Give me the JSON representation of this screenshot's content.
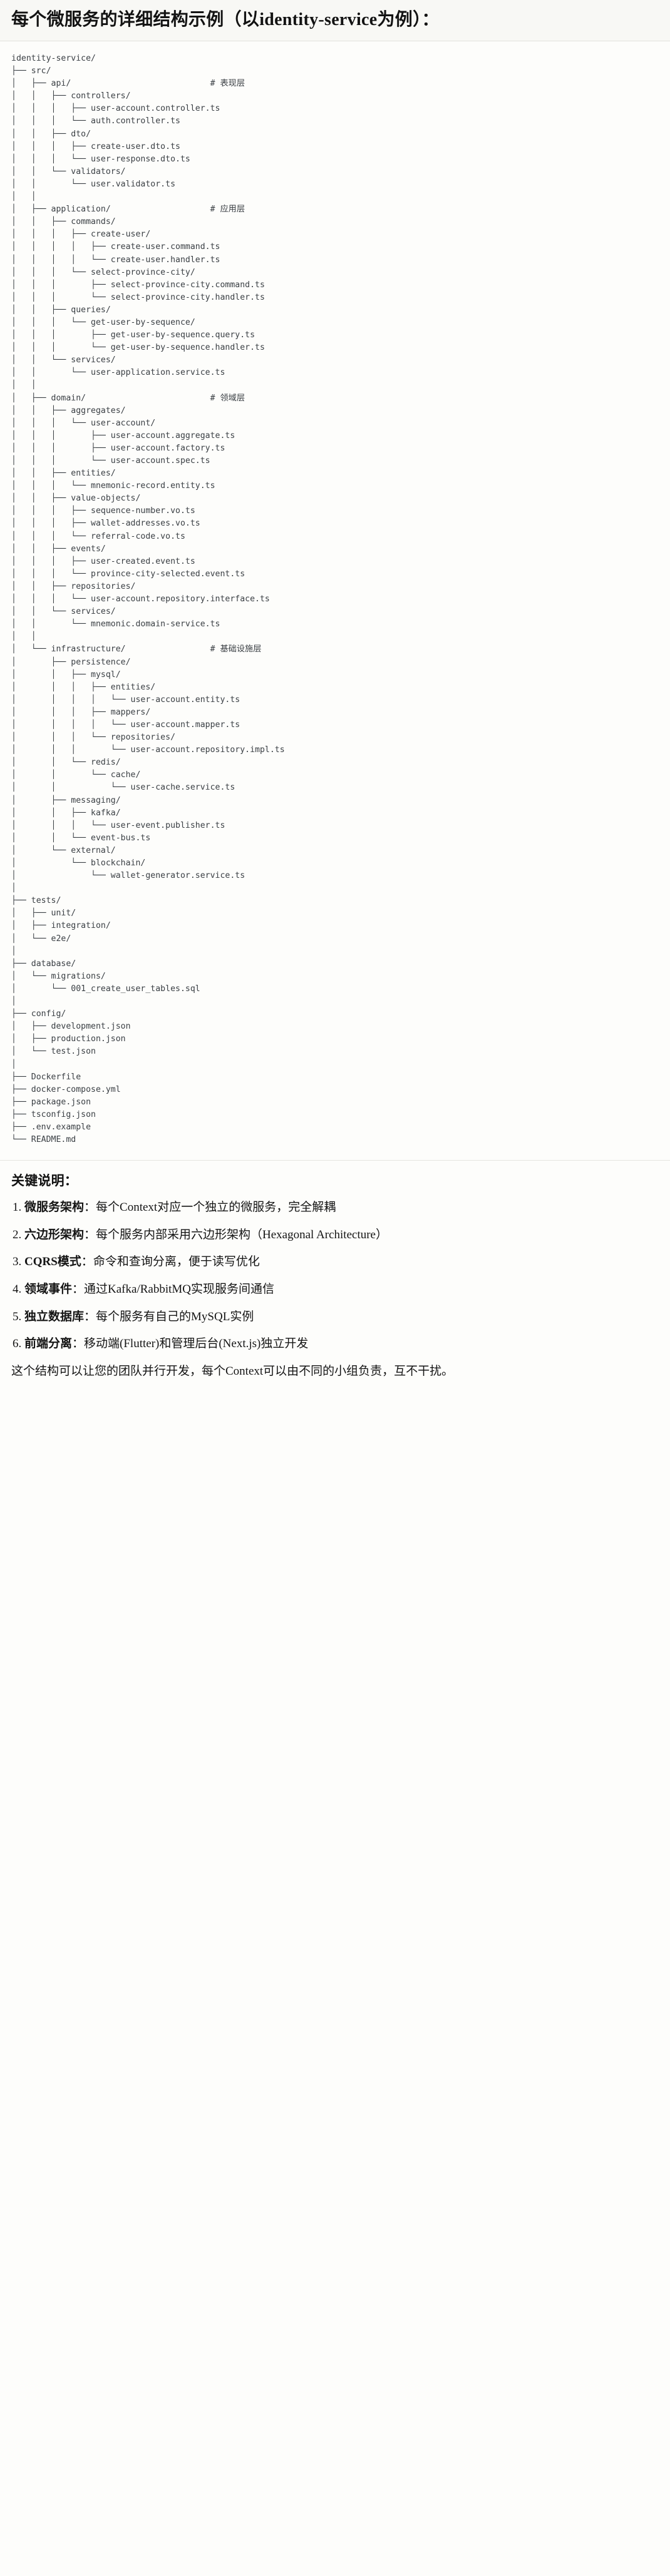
{
  "header": {
    "title": "每个微服务的详细结构示例（以identity-service为例）："
  },
  "tree": {
    "root": "identity-service/",
    "lines": [
      {
        "prefix": "",
        "name": "identity-service/",
        "comment": ""
      },
      {
        "prefix": "├── ",
        "name": "src/",
        "comment": ""
      },
      {
        "prefix": "│   ├── ",
        "name": "api/",
        "comment": "# 表现层"
      },
      {
        "prefix": "│   │   ├── ",
        "name": "controllers/",
        "comment": ""
      },
      {
        "prefix": "│   │   │   ├── ",
        "name": "user-account.controller.ts",
        "comment": ""
      },
      {
        "prefix": "│   │   │   └── ",
        "name": "auth.controller.ts",
        "comment": ""
      },
      {
        "prefix": "│   │   ├── ",
        "name": "dto/",
        "comment": ""
      },
      {
        "prefix": "│   │   │   ├── ",
        "name": "create-user.dto.ts",
        "comment": ""
      },
      {
        "prefix": "│   │   │   └── ",
        "name": "user-response.dto.ts",
        "comment": ""
      },
      {
        "prefix": "│   │   └── ",
        "name": "validators/",
        "comment": ""
      },
      {
        "prefix": "│   │       └── ",
        "name": "user.validator.ts",
        "comment": ""
      },
      {
        "prefix": "│   │",
        "name": "",
        "comment": ""
      },
      {
        "prefix": "│   ├── ",
        "name": "application/",
        "comment": "# 应用层"
      },
      {
        "prefix": "│   │   ├── ",
        "name": "commands/",
        "comment": ""
      },
      {
        "prefix": "│   │   │   ├── ",
        "name": "create-user/",
        "comment": ""
      },
      {
        "prefix": "│   │   │   │   ├── ",
        "name": "create-user.command.ts",
        "comment": ""
      },
      {
        "prefix": "│   │   │   │   └── ",
        "name": "create-user.handler.ts",
        "comment": ""
      },
      {
        "prefix": "│   │   │   └── ",
        "name": "select-province-city/",
        "comment": ""
      },
      {
        "prefix": "│   │   │       ├── ",
        "name": "select-province-city.command.ts",
        "comment": ""
      },
      {
        "prefix": "│   │   │       └── ",
        "name": "select-province-city.handler.ts",
        "comment": ""
      },
      {
        "prefix": "│   │   ├── ",
        "name": "queries/",
        "comment": ""
      },
      {
        "prefix": "│   │   │   └── ",
        "name": "get-user-by-sequence/",
        "comment": ""
      },
      {
        "prefix": "│   │   │       ├── ",
        "name": "get-user-by-sequence.query.ts",
        "comment": ""
      },
      {
        "prefix": "│   │   │       └── ",
        "name": "get-user-by-sequence.handler.ts",
        "comment": ""
      },
      {
        "prefix": "│   │   └── ",
        "name": "services/",
        "comment": ""
      },
      {
        "prefix": "│   │       └── ",
        "name": "user-application.service.ts",
        "comment": ""
      },
      {
        "prefix": "│   │",
        "name": "",
        "comment": ""
      },
      {
        "prefix": "│   ├── ",
        "name": "domain/",
        "comment": "# 领域层"
      },
      {
        "prefix": "│   │   ├── ",
        "name": "aggregates/",
        "comment": ""
      },
      {
        "prefix": "│   │   │   └── ",
        "name": "user-account/",
        "comment": ""
      },
      {
        "prefix": "│   │   │       ├── ",
        "name": "user-account.aggregate.ts",
        "comment": ""
      },
      {
        "prefix": "│   │   │       ├── ",
        "name": "user-account.factory.ts",
        "comment": ""
      },
      {
        "prefix": "│   │   │       └── ",
        "name": "user-account.spec.ts",
        "comment": ""
      },
      {
        "prefix": "│   │   ├── ",
        "name": "entities/",
        "comment": ""
      },
      {
        "prefix": "│   │   │   └── ",
        "name": "mnemonic-record.entity.ts",
        "comment": ""
      },
      {
        "prefix": "│   │   ├── ",
        "name": "value-objects/",
        "comment": ""
      },
      {
        "prefix": "│   │   │   ├── ",
        "name": "sequence-number.vo.ts",
        "comment": ""
      },
      {
        "prefix": "│   │   │   ├── ",
        "name": "wallet-addresses.vo.ts",
        "comment": ""
      },
      {
        "prefix": "│   │   │   └── ",
        "name": "referral-code.vo.ts",
        "comment": ""
      },
      {
        "prefix": "│   │   ├── ",
        "name": "events/",
        "comment": ""
      },
      {
        "prefix": "│   │   │   ├── ",
        "name": "user-created.event.ts",
        "comment": ""
      },
      {
        "prefix": "│   │   │   └── ",
        "name": "province-city-selected.event.ts",
        "comment": ""
      },
      {
        "prefix": "│   │   ├── ",
        "name": "repositories/",
        "comment": ""
      },
      {
        "prefix": "│   │   │   └── ",
        "name": "user-account.repository.interface.ts",
        "comment": ""
      },
      {
        "prefix": "│   │   └── ",
        "name": "services/",
        "comment": ""
      },
      {
        "prefix": "│   │       └── ",
        "name": "mnemonic.domain-service.ts",
        "comment": ""
      },
      {
        "prefix": "│   │",
        "name": "",
        "comment": ""
      },
      {
        "prefix": "│   └── ",
        "name": "infrastructure/",
        "comment": "# 基础设施层"
      },
      {
        "prefix": "│       ├── ",
        "name": "persistence/",
        "comment": ""
      },
      {
        "prefix": "│       │   ├── ",
        "name": "mysql/",
        "comment": ""
      },
      {
        "prefix": "│       │   │   ├── ",
        "name": "entities/",
        "comment": ""
      },
      {
        "prefix": "│       │   │   │   └── ",
        "name": "user-account.entity.ts",
        "comment": ""
      },
      {
        "prefix": "│       │   │   ├── ",
        "name": "mappers/",
        "comment": ""
      },
      {
        "prefix": "│       │   │   │   └── ",
        "name": "user-account.mapper.ts",
        "comment": ""
      },
      {
        "prefix": "│       │   │   └── ",
        "name": "repositories/",
        "comment": ""
      },
      {
        "prefix": "│       │   │       └── ",
        "name": "user-account.repository.impl.ts",
        "comment": ""
      },
      {
        "prefix": "│       │   └── ",
        "name": "redis/",
        "comment": ""
      },
      {
        "prefix": "│       │       └── ",
        "name": "cache/",
        "comment": ""
      },
      {
        "prefix": "│       │           └── ",
        "name": "user-cache.service.ts",
        "comment": ""
      },
      {
        "prefix": "│       ├── ",
        "name": "messaging/",
        "comment": ""
      },
      {
        "prefix": "│       │   ├── ",
        "name": "kafka/",
        "comment": ""
      },
      {
        "prefix": "│       │   │   └── ",
        "name": "user-event.publisher.ts",
        "comment": ""
      },
      {
        "prefix": "│       │   └── ",
        "name": "event-bus.ts",
        "comment": ""
      },
      {
        "prefix": "│       └── ",
        "name": "external/",
        "comment": ""
      },
      {
        "prefix": "│           └── ",
        "name": "blockchain/",
        "comment": ""
      },
      {
        "prefix": "│               └── ",
        "name": "wallet-generator.service.ts",
        "comment": ""
      },
      {
        "prefix": "│",
        "name": "",
        "comment": ""
      },
      {
        "prefix": "├── ",
        "name": "tests/",
        "comment": ""
      },
      {
        "prefix": "│   ├── ",
        "name": "unit/",
        "comment": ""
      },
      {
        "prefix": "│   ├── ",
        "name": "integration/",
        "comment": ""
      },
      {
        "prefix": "│   └── ",
        "name": "e2e/",
        "comment": ""
      },
      {
        "prefix": "│",
        "name": "",
        "comment": ""
      },
      {
        "prefix": "├── ",
        "name": "database/",
        "comment": ""
      },
      {
        "prefix": "│   └── ",
        "name": "migrations/",
        "comment": ""
      },
      {
        "prefix": "│       └── ",
        "name": "001_create_user_tables.sql",
        "comment": ""
      },
      {
        "prefix": "│",
        "name": "",
        "comment": ""
      },
      {
        "prefix": "├── ",
        "name": "config/",
        "comment": ""
      },
      {
        "prefix": "│   ├── ",
        "name": "development.json",
        "comment": ""
      },
      {
        "prefix": "│   ├── ",
        "name": "production.json",
        "comment": ""
      },
      {
        "prefix": "│   └── ",
        "name": "test.json",
        "comment": ""
      },
      {
        "prefix": "│",
        "name": "",
        "comment": ""
      },
      {
        "prefix": "├── ",
        "name": "Dockerfile",
        "comment": ""
      },
      {
        "prefix": "├── ",
        "name": "docker-compose.yml",
        "comment": ""
      },
      {
        "prefix": "├── ",
        "name": "package.json",
        "comment": ""
      },
      {
        "prefix": "├── ",
        "name": "tsconfig.json",
        "comment": ""
      },
      {
        "prefix": "├── ",
        "name": ".env.example",
        "comment": ""
      },
      {
        "prefix": "└── ",
        "name": "README.md",
        "comment": ""
      }
    ],
    "comment_column": 40
  },
  "notes": {
    "heading": "关键说明：",
    "items": [
      {
        "term": "微服务架构",
        "sep": "：",
        "desc": "每个Context对应一个独立的微服务，完全解耦"
      },
      {
        "term": "六边形架构",
        "sep": "：",
        "desc": "每个服务内部采用六边形架构（Hexagonal Architecture）"
      },
      {
        "term": "CQRS模式",
        "sep": "：",
        "desc": "命令和查询分离，便于读写优化"
      },
      {
        "term": "领域事件",
        "sep": "：",
        "desc": "通过Kafka/RabbitMQ实现服务间通信"
      },
      {
        "term": "独立数据库",
        "sep": "：",
        "desc": "每个服务有自己的MySQL实例"
      },
      {
        "term": "前端分离",
        "sep": "：",
        "desc": "移动端(Flutter)和管理后台(Next.js)独立开发"
      }
    ],
    "closing": "这个结构可以让您的团队并行开发，每个Context可以由不同的小组负责，互不干扰。"
  }
}
